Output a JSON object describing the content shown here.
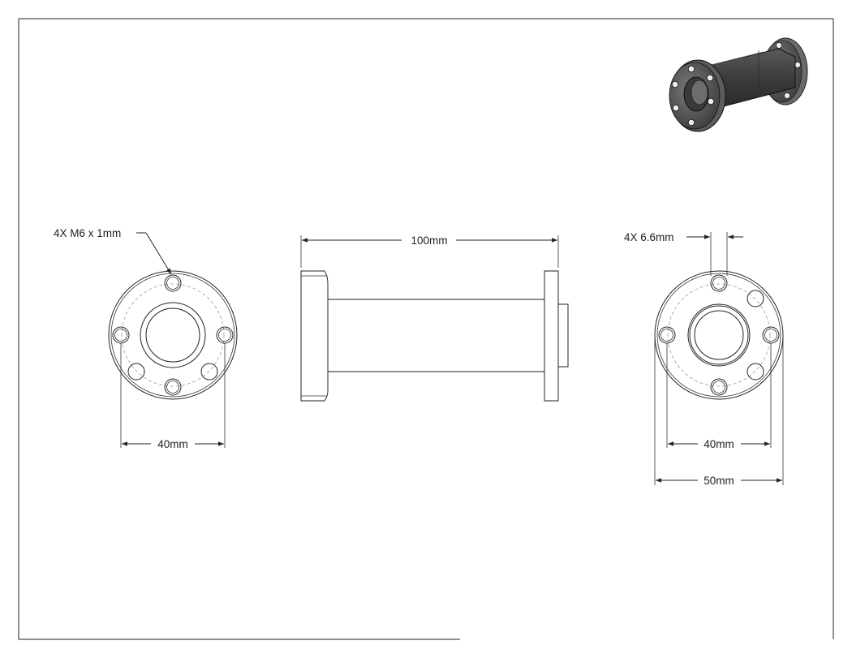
{
  "drawing": {
    "annotations": {
      "thread_callout": "4X M6 x 1mm",
      "length": "100mm",
      "left_bolt_circle": "40mm",
      "hole_callout": "4X 6.6mm",
      "right_bolt_circle": "40mm",
      "flange_diameter": "50mm"
    }
  }
}
